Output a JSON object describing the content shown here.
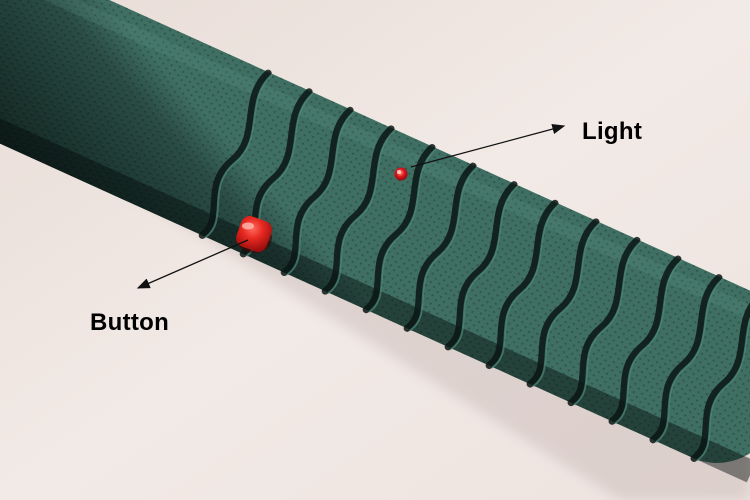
{
  "annotations": {
    "light_label": "Light",
    "button_label": "Button"
  },
  "colors": {
    "background": "#efe6e1",
    "handle": "#1f3a34",
    "button": "#e01e1e",
    "light": "#e0161c",
    "arrow": "#111111"
  },
  "icons": [
    "handle-grip",
    "red-button",
    "red-indicator-light",
    "arrow-line"
  ]
}
